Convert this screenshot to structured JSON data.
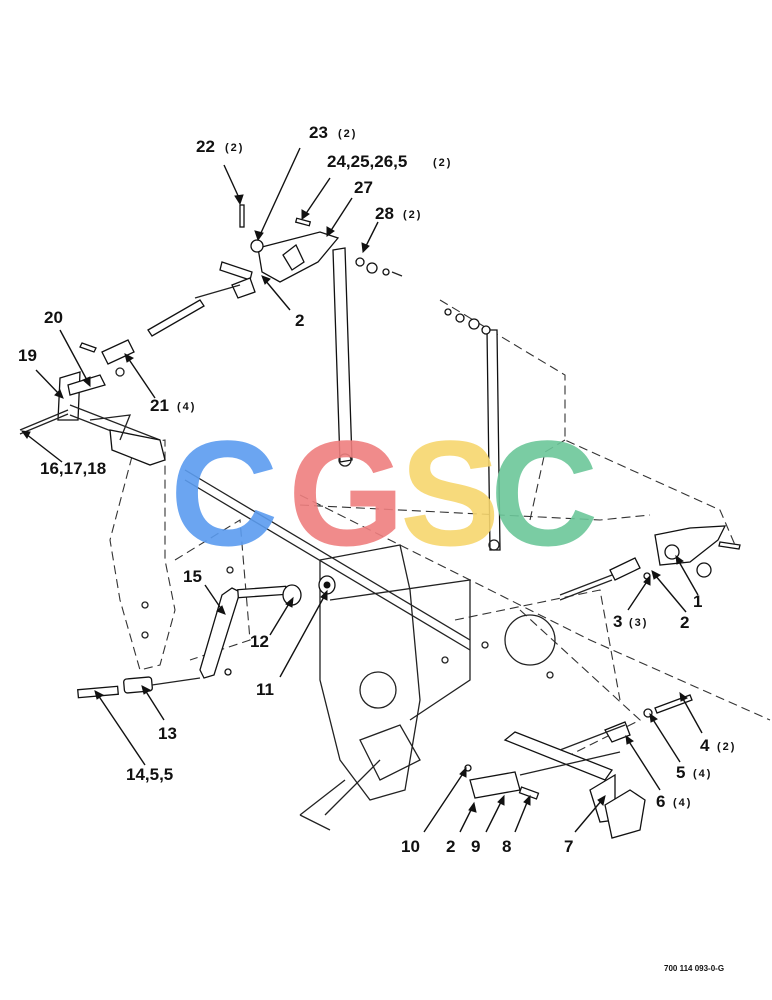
{
  "watermark": {
    "letters": [
      {
        "char": "C",
        "color": "#5b9cf0"
      },
      {
        "char": "G",
        "color": "#ef7f7f"
      },
      {
        "char": "S",
        "color": "#f7d66e"
      },
      {
        "char": "C",
        "color": "#6cc79a"
      }
    ]
  },
  "callouts": {
    "c22": {
      "label": "22",
      "qty": "(2)"
    },
    "c23": {
      "label": "23",
      "qty": "(2)"
    },
    "c24": {
      "label": "24,25,26,5",
      "qty": "(2)"
    },
    "c27": {
      "label": "27",
      "qty": ""
    },
    "c28": {
      "label": "28",
      "qty": "(2)"
    },
    "c2a": {
      "label": "2",
      "qty": ""
    },
    "c20": {
      "label": "20",
      "qty": ""
    },
    "c19": {
      "label": "19",
      "qty": ""
    },
    "c21": {
      "label": "21",
      "qty": "(4)"
    },
    "c16": {
      "label": "16,17,18",
      "qty": ""
    },
    "c15": {
      "label": "15",
      "qty": ""
    },
    "c12": {
      "label": "12",
      "qty": ""
    },
    "c11": {
      "label": "11",
      "qty": ""
    },
    "c13": {
      "label": "13",
      "qty": ""
    },
    "c14": {
      "label": "14,5,5",
      "qty": ""
    },
    "c1": {
      "label": "1",
      "qty": ""
    },
    "c3": {
      "label": "3",
      "qty": "(3)"
    },
    "c2b": {
      "label": "2",
      "qty": ""
    },
    "c4": {
      "label": "4",
      "qty": "(2)"
    },
    "c5": {
      "label": "5",
      "qty": "(4)"
    },
    "c6": {
      "label": "6",
      "qty": "(4)"
    },
    "c10": {
      "label": "10",
      "qty": ""
    },
    "c2c": {
      "label": "2",
      "qty": ""
    },
    "c9": {
      "label": "9",
      "qty": ""
    },
    "c8": {
      "label": "8",
      "qty": ""
    },
    "c7": {
      "label": "7",
      "qty": ""
    }
  },
  "reference_number": "700 114 093-0-G"
}
